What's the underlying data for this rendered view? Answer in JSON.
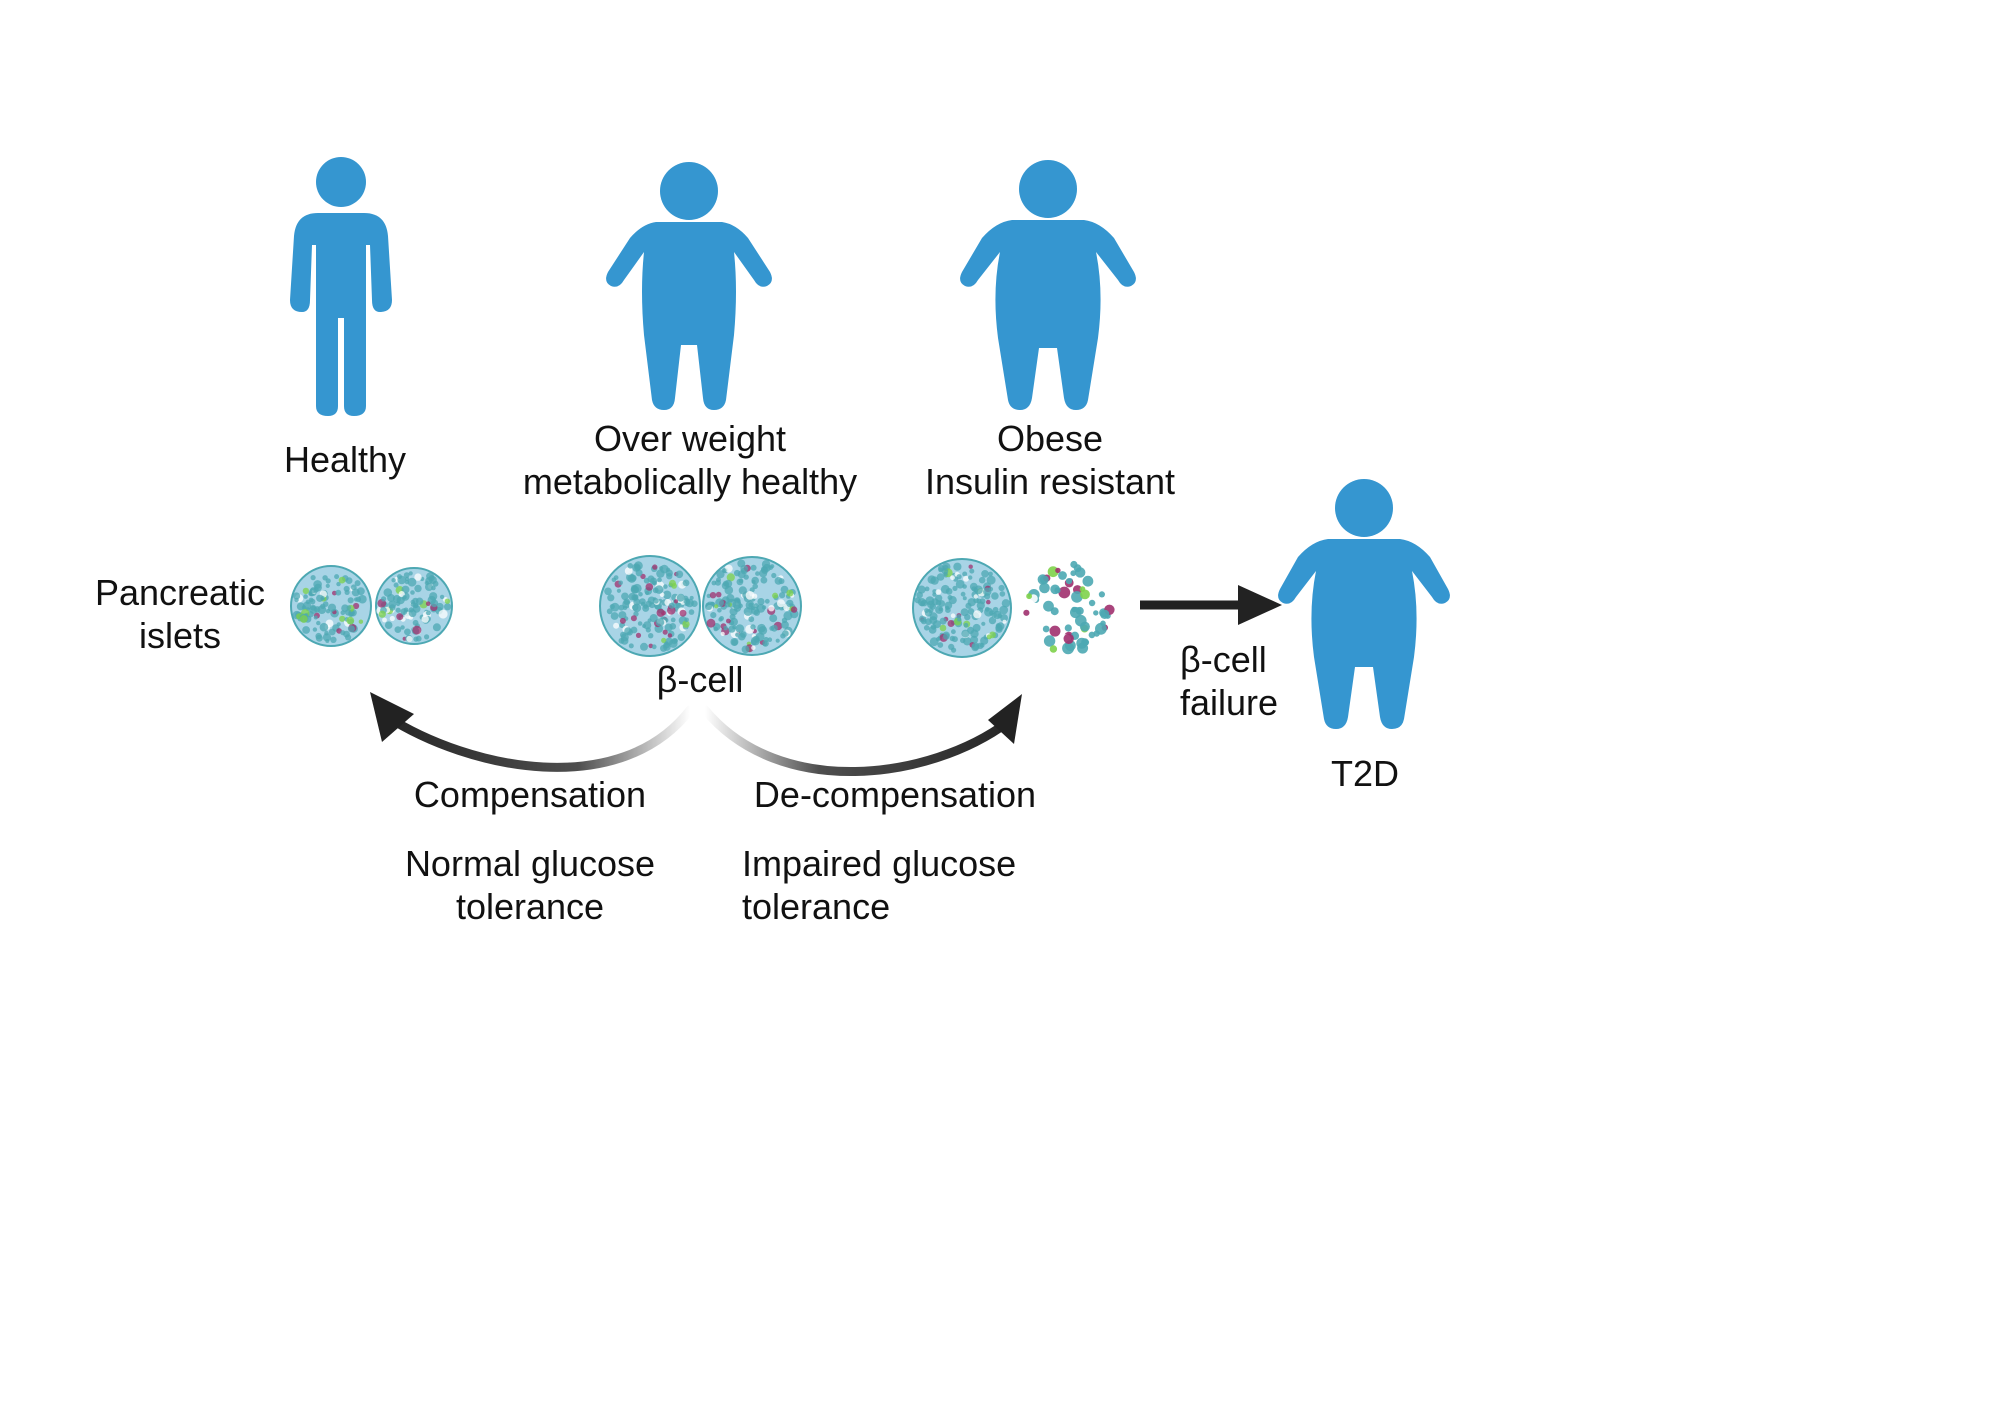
{
  "colors": {
    "figure": "#3596d0",
    "arrow": "#222222",
    "islet_fill": "#a8d4e6",
    "islet_cell": "#4da8b3",
    "islet_pink": "#a0306e",
    "islet_green": "#7ed24a"
  },
  "stages": {
    "healthy": {
      "label": "Healthy"
    },
    "overweight": {
      "line1": "Over weight",
      "line2": "metabolically healthy"
    },
    "obese": {
      "line1": "Obese",
      "line2": "Insulin resistant"
    },
    "t2d": {
      "label": "T2D"
    }
  },
  "islets_label": {
    "line1": "Pancreatic",
    "line2": "islets"
  },
  "beta_cell_label": "β-cell",
  "beta_failure": {
    "line1": "β-cell",
    "line2": "failure"
  },
  "compensation": {
    "title": "Compensation",
    "line1": "Normal glucose",
    "line2": "tolerance"
  },
  "decompensation": {
    "title": "De-compensation",
    "line1": "Impaired glucose",
    "line2": "tolerance"
  }
}
